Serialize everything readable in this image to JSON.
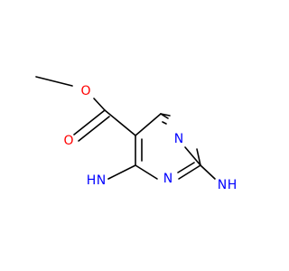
{
  "molecule": {
    "atoms": {
      "methyl_o": "O",
      "carbonyl_o": "O",
      "ring_n1": "N",
      "ring_n3": "N",
      "amine1_h": "H",
      "amine1_n": "N",
      "amine2_n": "N",
      "amine2_h": "H"
    }
  },
  "colors": {
    "oxygen": "#ff0000",
    "nitrogen": "#0000ff",
    "bond": "#000000",
    "background": "#ffffff"
  }
}
